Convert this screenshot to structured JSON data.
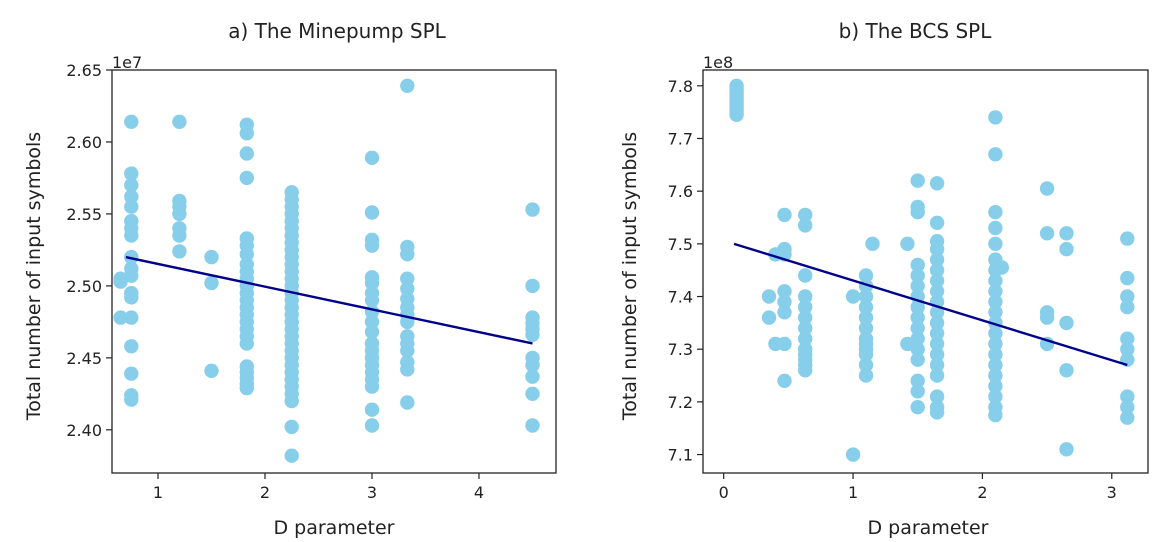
{
  "colors": {
    "points": "#87ceeb",
    "fit_line": "#00008b",
    "axes": "#222222"
  },
  "chart_data": [
    {
      "type": "scatter",
      "title": "a) The Minepump SPL",
      "xlabel": "D parameter",
      "ylabel": "Total number of input symbols",
      "y_offset_label": "1e7",
      "xlim": [
        0.57,
        4.72
      ],
      "ylim": [
        23.7,
        26.5
      ],
      "xticks": [
        1,
        2,
        3,
        4
      ],
      "yticks": [
        24.0,
        24.5,
        25.0,
        25.5,
        26.0,
        26.5
      ],
      "ytick_labels": [
        "2.40",
        "2.45",
        "2.50",
        "2.55",
        "2.60",
        "2.65"
      ],
      "fit_line": {
        "x": [
          0.7,
          4.5
        ],
        "y": [
          25.2,
          24.6
        ]
      },
      "columns": [
        {
          "x": 0.65,
          "y": [
            25.05,
            25.03,
            24.78
          ]
        },
        {
          "x": 0.75,
          "y": [
            26.14,
            25.78,
            25.7,
            25.62,
            25.55,
            25.45,
            25.4,
            25.35,
            25.2,
            25.12,
            25.07,
            24.95,
            24.92,
            24.78,
            24.58,
            24.39,
            24.24,
            24.21
          ]
        },
        {
          "x": 1.2,
          "y": [
            26.14,
            25.59,
            25.55,
            25.5,
            25.4,
            25.35,
            25.24
          ]
        },
        {
          "x": 1.5,
          "y": [
            25.2,
            25.02,
            24.41
          ]
        },
        {
          "x": 1.83,
          "y": [
            26.12,
            26.06,
            25.92,
            25.75,
            25.33,
            25.28,
            25.22,
            25.15,
            25.1,
            25.05,
            25.0,
            24.95,
            24.9,
            24.85,
            24.8,
            24.75,
            24.7,
            24.65,
            24.6,
            24.44,
            24.4,
            24.36,
            24.32,
            24.29
          ]
        },
        {
          "x": 2.25,
          "y": [
            25.65,
            25.6,
            25.55,
            25.5,
            25.45,
            25.4,
            25.35,
            25.3,
            25.25,
            25.2,
            25.15,
            25.1,
            25.05,
            25.0,
            24.95,
            24.9,
            24.85,
            24.8,
            24.75,
            24.7,
            24.65,
            24.6,
            24.55,
            24.5,
            24.45,
            24.4,
            24.35,
            24.3,
            24.25,
            24.2,
            24.02,
            23.82
          ]
        },
        {
          "x": 3.0,
          "y": [
            25.89,
            25.51,
            25.32,
            25.28,
            25.06,
            25.02,
            24.95,
            24.9,
            24.82,
            24.75,
            24.68,
            24.6,
            24.55,
            24.5,
            24.45,
            24.4,
            24.35,
            24.3,
            24.14,
            24.03
          ]
        },
        {
          "x": 3.33,
          "y": [
            26.39,
            25.27,
            25.22,
            25.05,
            24.98,
            24.91,
            24.85,
            24.8,
            24.75,
            24.65,
            24.6,
            24.55,
            24.47,
            24.42,
            24.19
          ]
        },
        {
          "x": 4.5,
          "y": [
            25.53,
            25.0,
            24.78,
            24.74,
            24.7,
            24.66,
            24.5,
            24.45,
            24.37,
            24.25,
            24.03
          ]
        }
      ]
    },
    {
      "type": "scatter",
      "title": "b) The BCS SPL",
      "xlabel": "D parameter",
      "ylabel": "Total number of input symbols",
      "y_offset_label": "1e8",
      "xlim": [
        -0.16,
        3.28
      ],
      "ylim": [
        7.065,
        7.83
      ],
      "xticks": [
        0,
        1,
        2,
        3
      ],
      "yticks": [
        7.1,
        7.2,
        7.3,
        7.4,
        7.5,
        7.6,
        7.7,
        7.8
      ],
      "ytick_labels": [
        "7.1",
        "7.2",
        "7.3",
        "7.4",
        "7.5",
        "7.6",
        "7.7",
        "7.8"
      ],
      "fit_line": {
        "x": [
          0.08,
          3.12
        ],
        "y": [
          7.5,
          7.27
        ]
      },
      "columns": [
        {
          "x": 0.1,
          "y": [
            7.8,
            7.795,
            7.79,
            7.785,
            7.78,
            7.775,
            7.77,
            7.765,
            7.76,
            7.755,
            7.75,
            7.745
          ]
        },
        {
          "x": 0.35,
          "y": [
            7.4,
            7.36
          ]
        },
        {
          "x": 0.4,
          "y": [
            7.48,
            7.31
          ]
        },
        {
          "x": 0.47,
          "y": [
            7.555,
            7.49,
            7.48,
            7.41,
            7.39,
            7.37,
            7.31,
            7.24
          ]
        },
        {
          "x": 0.63,
          "y": [
            7.555,
            7.535,
            7.44,
            7.4,
            7.38,
            7.36,
            7.34,
            7.32,
            7.3,
            7.29,
            7.28,
            7.27,
            7.26
          ]
        },
        {
          "x": 1.0,
          "y": [
            7.4,
            7.1
          ]
        },
        {
          "x": 1.1,
          "y": [
            7.44,
            7.42,
            7.4,
            7.38,
            7.36,
            7.34,
            7.32,
            7.31,
            7.3,
            7.29,
            7.27,
            7.25
          ]
        },
        {
          "x": 1.15,
          "y": [
            7.5
          ]
        },
        {
          "x": 1.42,
          "y": [
            7.5,
            7.31
          ]
        },
        {
          "x": 1.5,
          "y": [
            7.62,
            7.57,
            7.56,
            7.46,
            7.44,
            7.42,
            7.4,
            7.38,
            7.36,
            7.34,
            7.32,
            7.3,
            7.28,
            7.24,
            7.22,
            7.19
          ]
        },
        {
          "x": 1.65,
          "y": [
            7.615,
            7.54,
            7.505,
            7.49,
            7.47,
            7.45,
            7.43,
            7.41,
            7.39,
            7.37,
            7.35,
            7.33,
            7.31,
            7.29,
            7.27,
            7.25,
            7.21,
            7.19,
            7.18
          ]
        },
        {
          "x": 2.1,
          "y": [
            7.74,
            7.67,
            7.56,
            7.53,
            7.5,
            7.47,
            7.45,
            7.43,
            7.41,
            7.39,
            7.37,
            7.35,
            7.33,
            7.31,
            7.29,
            7.27,
            7.25,
            7.23,
            7.21,
            7.19,
            7.175
          ]
        },
        {
          "x": 2.15,
          "y": [
            7.455
          ]
        },
        {
          "x": 2.5,
          "y": [
            7.605,
            7.52,
            7.37,
            7.36,
            7.31
          ]
        },
        {
          "x": 2.65,
          "y": [
            7.52,
            7.49,
            7.35,
            7.26,
            7.11
          ]
        },
        {
          "x": 3.12,
          "y": [
            7.51,
            7.435,
            7.4,
            7.38,
            7.32,
            7.3,
            7.28,
            7.21,
            7.19,
            7.17
          ]
        }
      ]
    }
  ]
}
